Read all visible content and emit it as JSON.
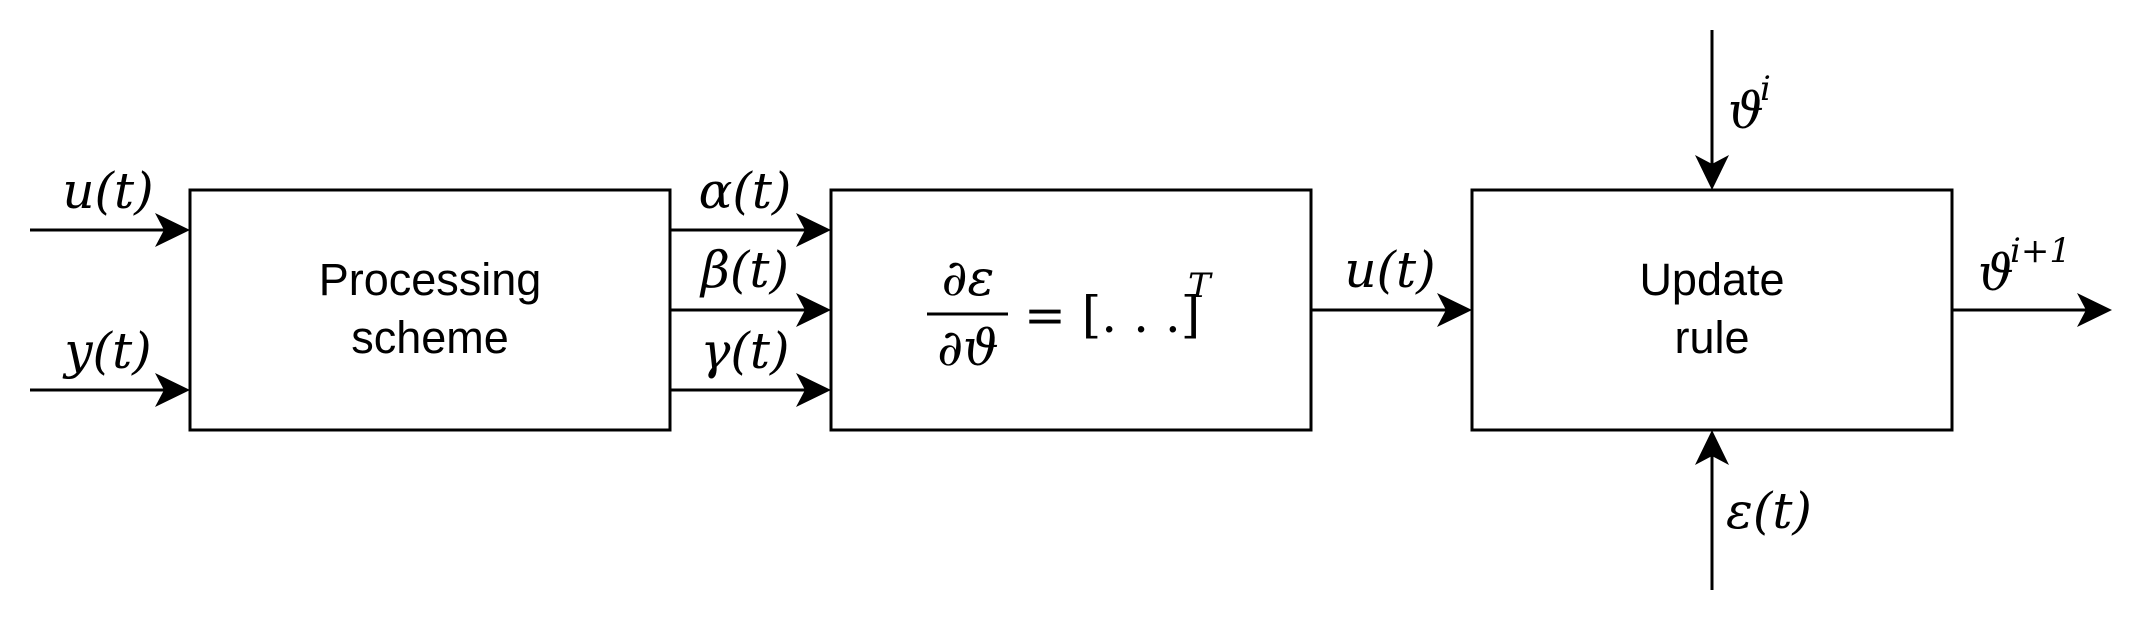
{
  "blocks": {
    "processing": {
      "line1": "Processing",
      "line2": "scheme"
    },
    "gradient": {
      "numerator": "∂ε",
      "denominator": "∂ϑ",
      "rhs": "= [. . .]",
      "rhs_superscript": "T"
    },
    "update": {
      "line1": "Update",
      "line2": "rule"
    }
  },
  "signals": {
    "input_u": "u(t)",
    "input_y": "y(t)",
    "alpha": "α(t)",
    "beta": "β(t)",
    "gamma": "γ(t)",
    "middle_u": "u(t)",
    "theta_i": {
      "base": "ϑ",
      "sup": "i"
    },
    "theta_next": {
      "base": "ϑ",
      "sup": "i+1"
    },
    "epsilon": "ε(t)"
  }
}
